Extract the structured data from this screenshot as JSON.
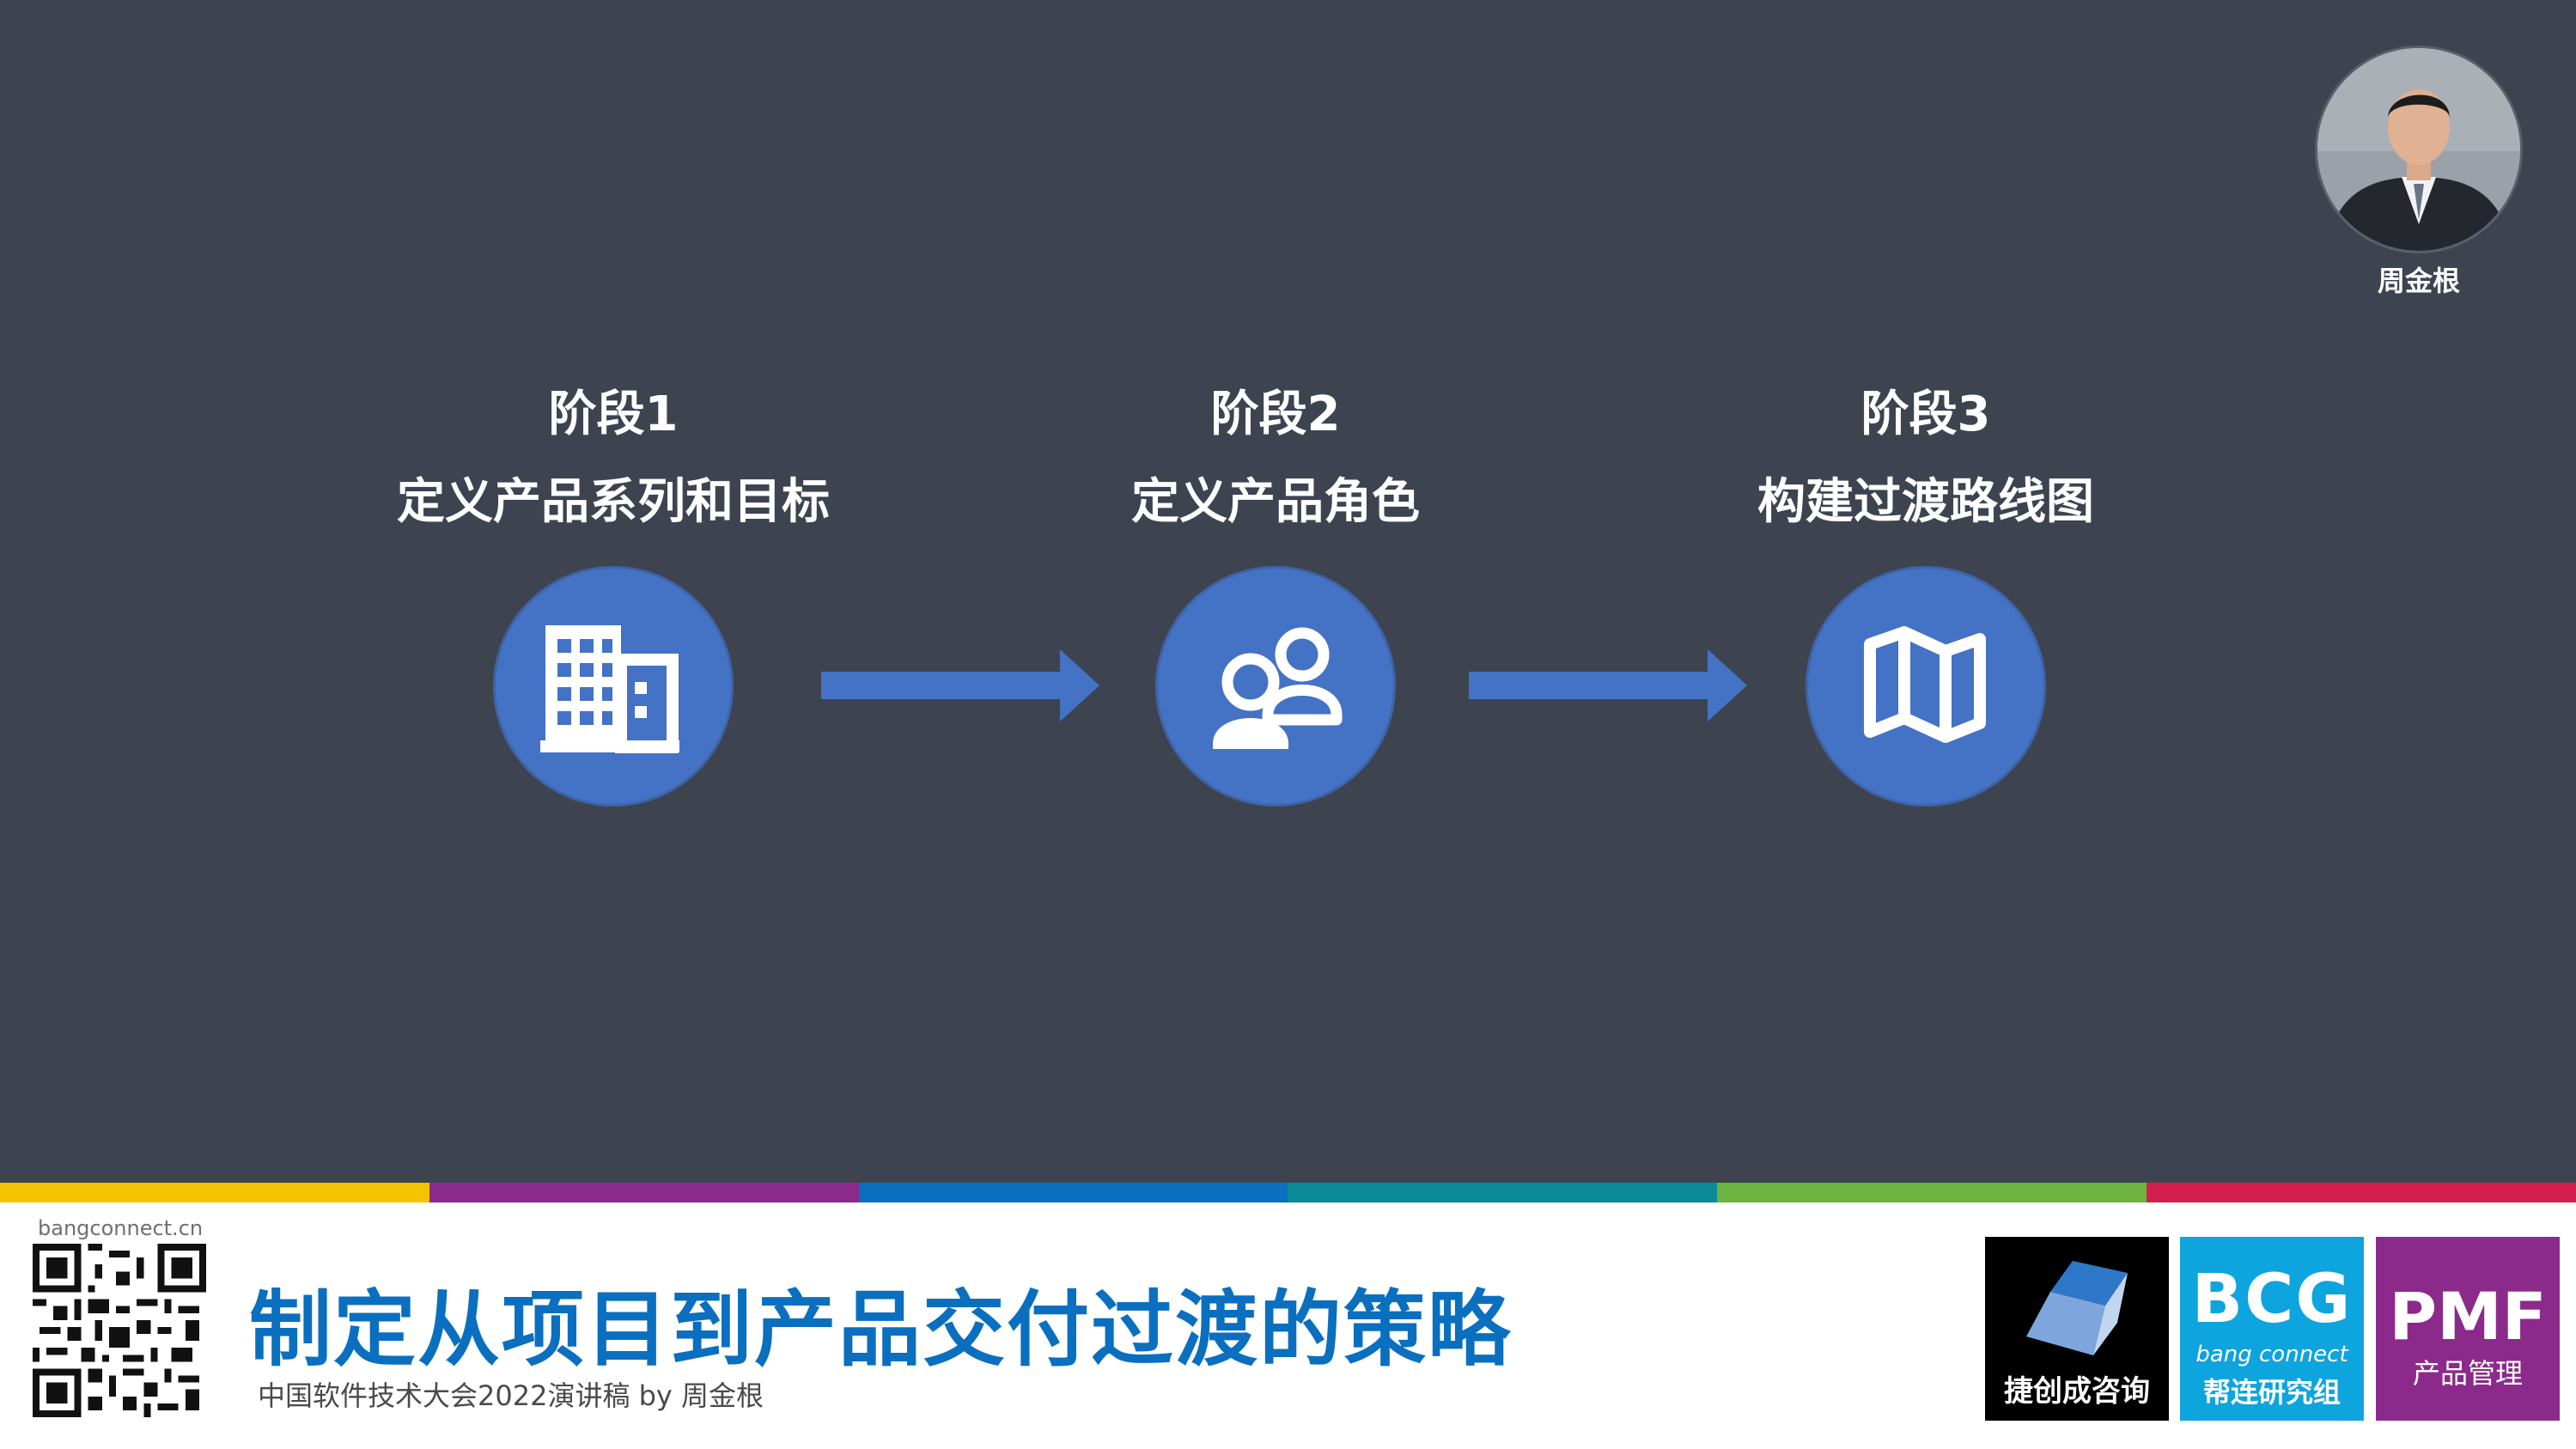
{
  "presenter": {
    "name": "周金根"
  },
  "stages": [
    {
      "num": "阶段1",
      "desc": "定义产品系列和目标",
      "icon": "building-icon"
    },
    {
      "num": "阶段2",
      "desc": "定义产品角色",
      "icon": "people-icon"
    },
    {
      "num": "阶段3",
      "desc": "构建过渡路线图",
      "icon": "map-icon"
    }
  ],
  "colors": {
    "background": "#3d4450",
    "stage_circle": "#4472c4",
    "title": "#0a6fbf",
    "bar": [
      "#f5c400",
      "#8b2a8a",
      "#0a6fbf",
      "#0a8a96",
      "#6cb33f",
      "#d41f4e"
    ]
  },
  "footer": {
    "site": "bangconnect.cn",
    "title": "制定从项目到产品交付过渡的策略",
    "subtitle": "中国软件技术大会2022演讲稿  by 周金根",
    "logos": {
      "jc": {
        "label": "捷创成咨询"
      },
      "bcg": {
        "big": "BCG",
        "small": "bang connect",
        "label": "帮连研究组"
      },
      "pmf": {
        "big": "PMF",
        "label": "产品管理"
      }
    }
  }
}
